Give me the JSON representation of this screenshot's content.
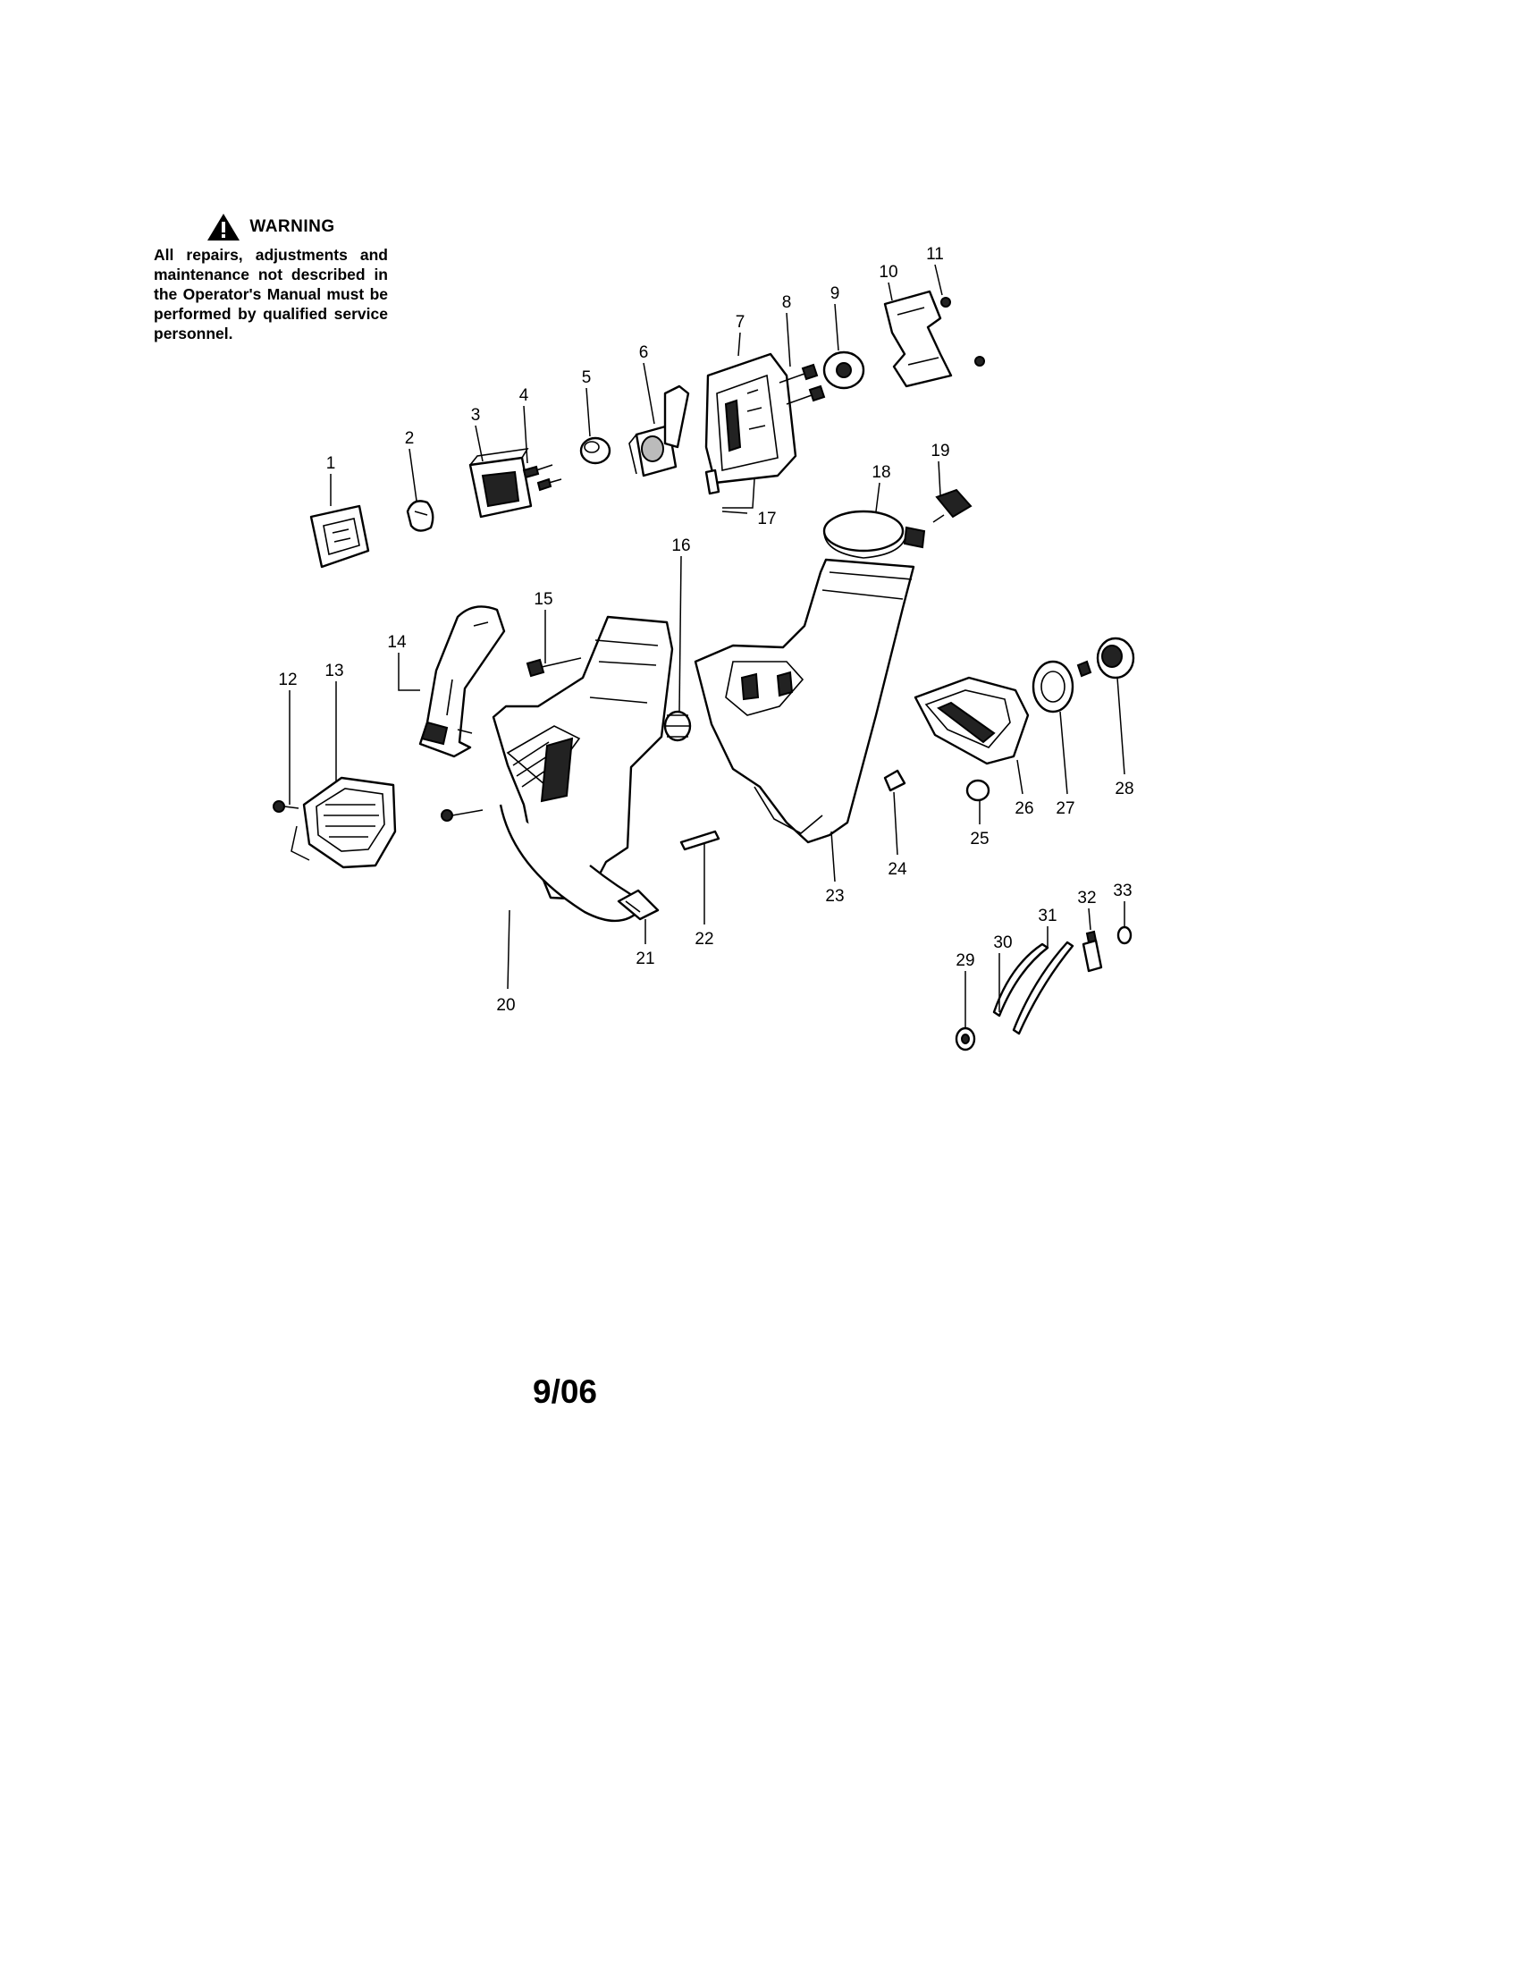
{
  "warning": {
    "title": "WARNING",
    "text": "All repairs, adjustments and maintenance not described in the Operator's Manual must be performed by qualified service personnel."
  },
  "part_numbers": [
    "1",
    "2",
    "3",
    "4",
    "5",
    "6",
    "7",
    "8",
    "9",
    "10",
    "11",
    "12",
    "13",
    "14",
    "15",
    "16",
    "17",
    "18",
    "19",
    "20",
    "21",
    "22",
    "23",
    "24",
    "25",
    "26",
    "27",
    "28",
    "29",
    "30",
    "31",
    "32",
    "33"
  ],
  "date_code": "9/06"
}
